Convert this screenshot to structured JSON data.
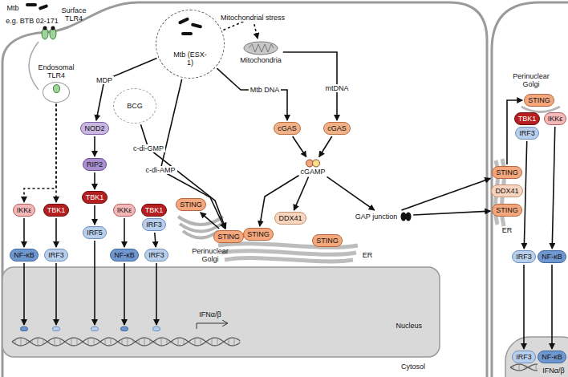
{
  "diagram": {
    "nodes": [
      {
        "text": [
          "Mtb (ESX-1)"
        ]
      },
      {
        "text": [
          "BCG"
        ]
      },
      {
        "text": [
          "Endosomal TLR4"
        ]
      },
      {
        "text": [
          "Mitochondria"
        ]
      },
      {
        "text": [
          "IKKε"
        ]
      },
      {
        "text": [
          "TBK1"
        ]
      },
      {
        "text": [
          "NF-κB"
        ]
      },
      {
        "text": [
          "IRF3"
        ]
      },
      {
        "text": [
          "NOD2"
        ]
      },
      {
        "text": [
          "RIP2"
        ]
      },
      {
        "text": [
          "TBK1"
        ]
      },
      {
        "text": [
          "IRF5"
        ]
      },
      {
        "text": [
          "cGAS"
        ]
      },
      {
        "text": [
          "cGAS"
        ]
      },
      {
        "text": [
          "cGAMP"
        ]
      },
      {
        "text": [
          "DDX41"
        ]
      },
      {
        "text": [
          "STING"
        ]
      },
      {
        "text": [
          "STING"
        ]
      },
      {
        "text": [
          "STING"
        ]
      },
      {
        "text": [
          "STING"
        ]
      },
      {
        "text": [
          "IKKε"
        ]
      },
      {
        "text": [
          "TBK1"
        ]
      },
      {
        "text": [
          "IRF3"
        ]
      },
      {
        "text": [
          "NF-κB"
        ]
      },
      {
        "text": [
          "IRF3"
        ]
      },
      {
        "text": [
          "GAP junction"
        ]
      },
      {
        "text": [
          "STING"
        ]
      },
      {
        "text": [
          "DDX41"
        ]
      },
      {
        "text": [
          "STING"
        ]
      },
      {
        "text": [
          "STING"
        ]
      },
      {
        "text": [
          "TBK1"
        ]
      },
      {
        "text": [
          "IKKε"
        ]
      },
      {
        "text": [
          "IRF3"
        ]
      },
      {
        "text": [
          "IRF3"
        ]
      },
      {
        "text": [
          "NF-κB"
        ]
      },
      {
        "text": [
          "Nucleus"
        ]
      },
      {
        "text": [
          "NF-κB"
        ],
        "in": 35
      },
      {
        "text": [
          "IRF3"
        ],
        "in": 35
      },
      {
        "text": [
          "IRF5"
        ],
        "in": 35
      },
      {
        "text": [
          "NF-κB"
        ],
        "in": 35
      },
      {
        "text": [
          "IRF3"
        ],
        "in": 35
      },
      {
        "text": [
          "IRF3"
        ]
      },
      {
        "text": [
          "NF-κB"
        ]
      }
    ],
    "edges": [
      {
        "from": 2,
        "to": 4,
        "arrow": "to"
      },
      {
        "from": 2,
        "to": 5,
        "arrow": "to"
      },
      {
        "from": 4,
        "to": 6,
        "arrow": "to"
      },
      {
        "from": 5,
        "to": 7,
        "arrow": "to"
      },
      {
        "from": 6,
        "to": 36,
        "arrow": "to"
      },
      {
        "from": 7,
        "to": 37,
        "arrow": "to"
      },
      {
        "from": 0,
        "to": 8,
        "label": "MDP",
        "arrow": "to"
      },
      {
        "from": 8,
        "to": 9,
        "arrow": "to"
      },
      {
        "from": 9,
        "to": 10,
        "arrow": "to"
      },
      {
        "from": 10,
        "to": 11,
        "arrow": "to"
      },
      {
        "from": 11,
        "to": 38,
        "arrow": "to"
      },
      {
        "from": 0,
        "to": 3,
        "label": "Mitochondrial stress",
        "arrow": "to"
      },
      {
        "from": 0,
        "to": 12,
        "label": "Mtb DNA",
        "arrow": "to"
      },
      {
        "from": 3,
        "to": 13,
        "label": "mtDNA",
        "arrow": "to"
      },
      {
        "from": 12,
        "to": 14,
        "arrow": "to"
      },
      {
        "from": 13,
        "to": 14,
        "arrow": "to"
      },
      {
        "from": 14,
        "to": 17,
        "arrow": "to"
      },
      {
        "from": 14,
        "to": 15,
        "arrow": "to"
      },
      {
        "from": 14,
        "to": 25,
        "arrow": "to"
      },
      {
        "from": 25,
        "to": 28,
        "arrow": "to"
      },
      {
        "from": 25,
        "to": 26,
        "arrow": "to"
      },
      {
        "from": 1,
        "to": 16,
        "label": "c-di-GMP",
        "arrow": "to"
      },
      {
        "from": 0,
        "to": 16,
        "label": "c-di-AMP",
        "arrow": "to"
      },
      {
        "from": 16,
        "to": 19,
        "arrow": "to"
      },
      {
        "from": 20,
        "to": 23,
        "arrow": "to"
      },
      {
        "from": 22,
        "to": 24,
        "arrow": "to"
      },
      {
        "from": 23,
        "to": 39,
        "arrow": "to"
      },
      {
        "from": 24,
        "to": 40,
        "arrow": "to"
      },
      {
        "from": 28,
        "to": 29,
        "arrow": "to"
      },
      {
        "from": 32,
        "to": 33,
        "arrow": "to"
      },
      {
        "from": 31,
        "to": 34,
        "arrow": "to"
      },
      {
        "from": 33,
        "to": 41,
        "arrow": "to"
      },
      {
        "from": 34,
        "to": 42,
        "arrow": "to"
      }
    ],
    "labels": [
      "Mtb",
      "e.g. BTB 02-171",
      "Surface TLR4",
      "Perinuclear Golgi",
      "ER",
      "IFNα/β",
      "Cytosol",
      "Perinuclear Golgi",
      "ER",
      "IFNα/β"
    ]
  }
}
